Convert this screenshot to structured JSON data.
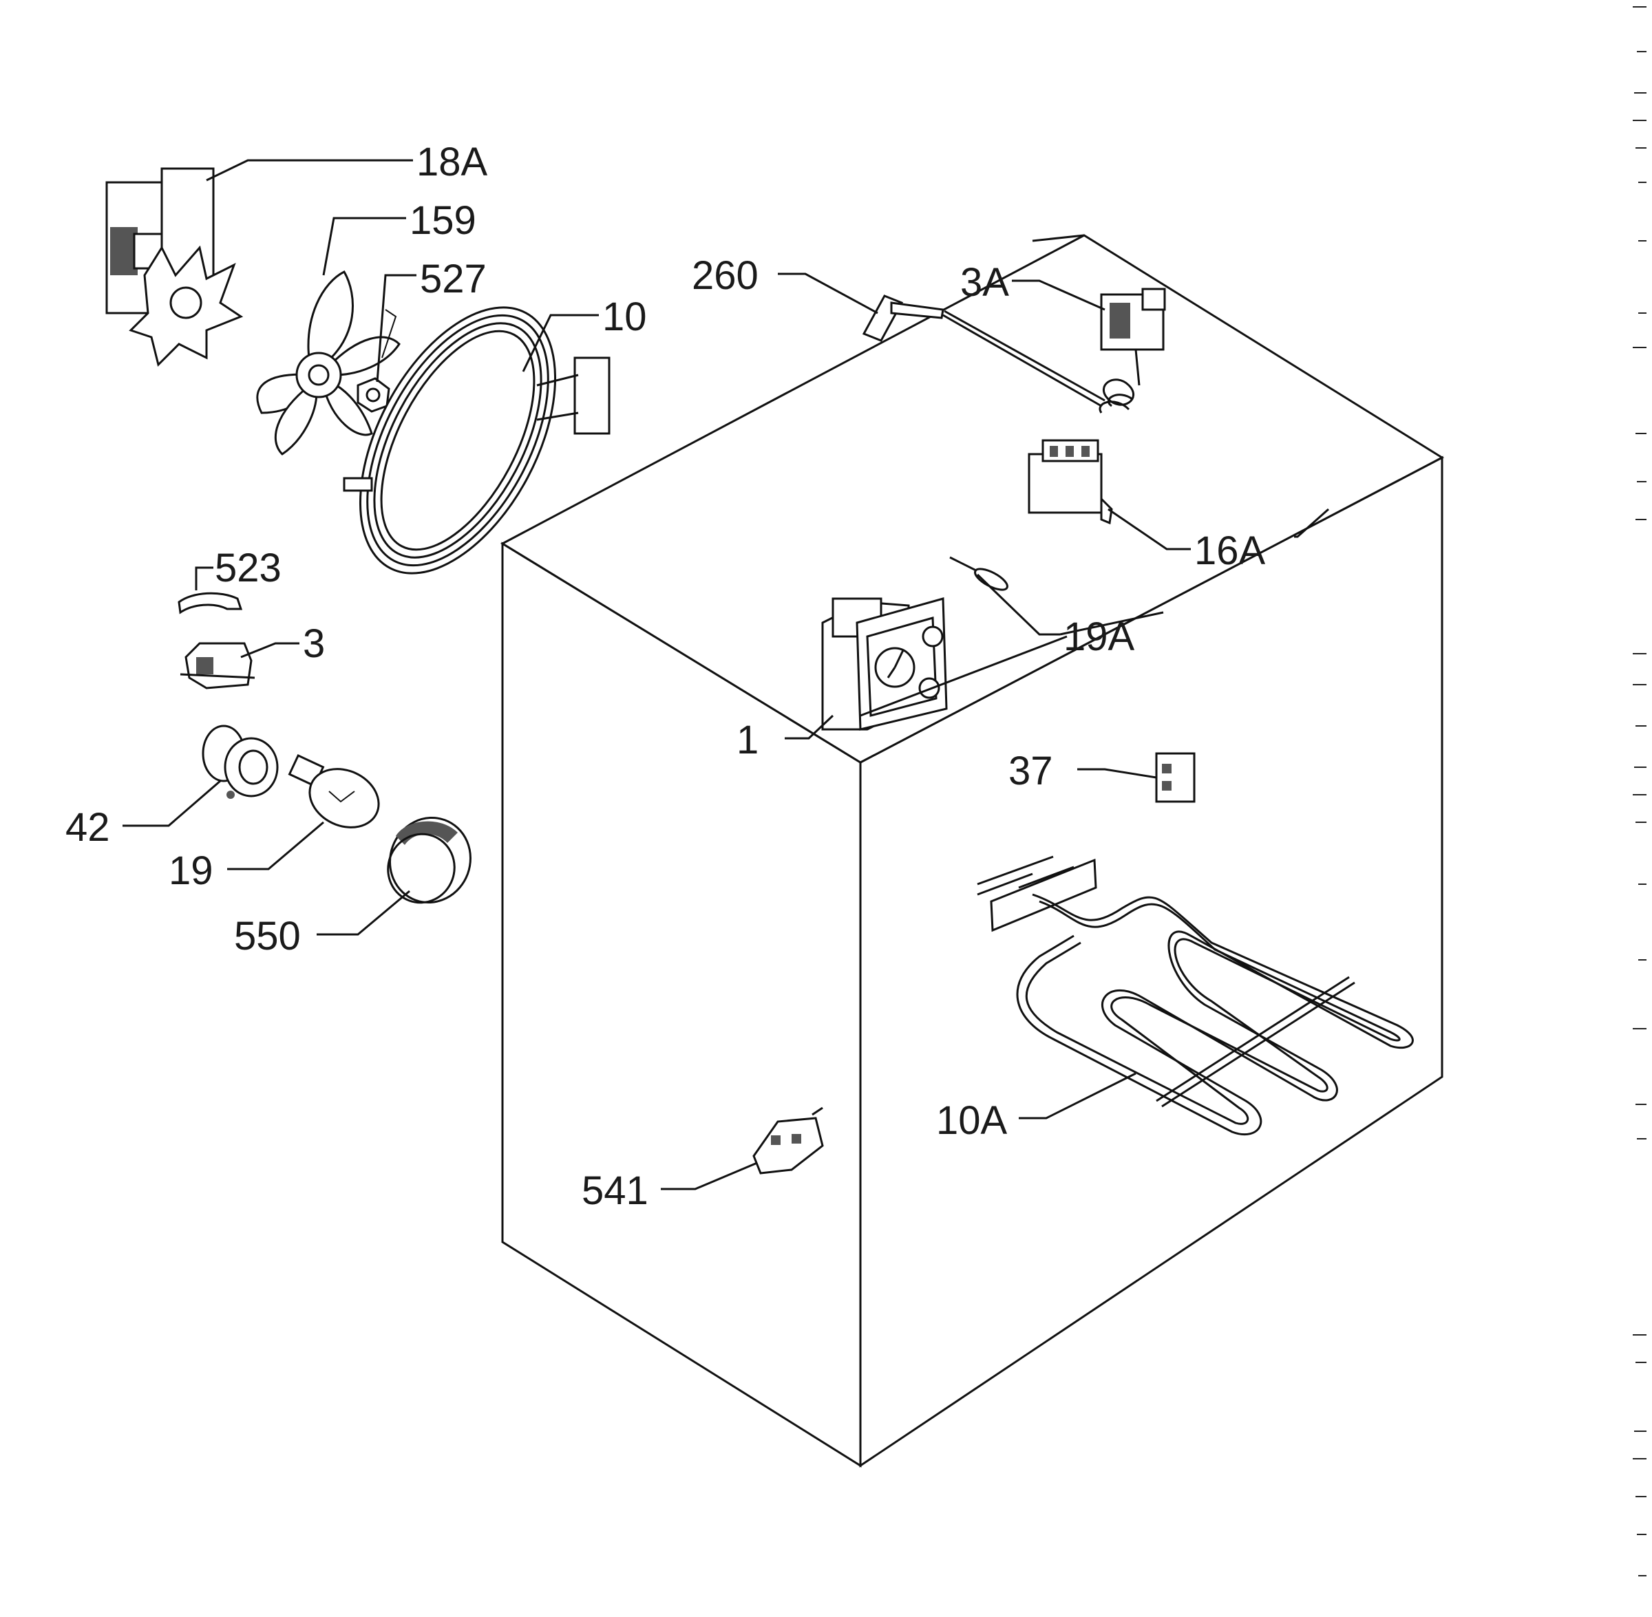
{
  "callouts": {
    "c18A": "18A",
    "c159": "159",
    "c527": "527",
    "c10": "10",
    "c260": "260",
    "c3A": "3A",
    "c16A": "16A",
    "c19A": "19A",
    "c523": "523",
    "c3": "3",
    "c1": "1",
    "c37": "37",
    "c42": "42",
    "c19": "19",
    "c550": "550",
    "c10A": "10A",
    "c541": "541"
  },
  "colors": {
    "ink": "#111111",
    "paper": "#ffffff"
  }
}
